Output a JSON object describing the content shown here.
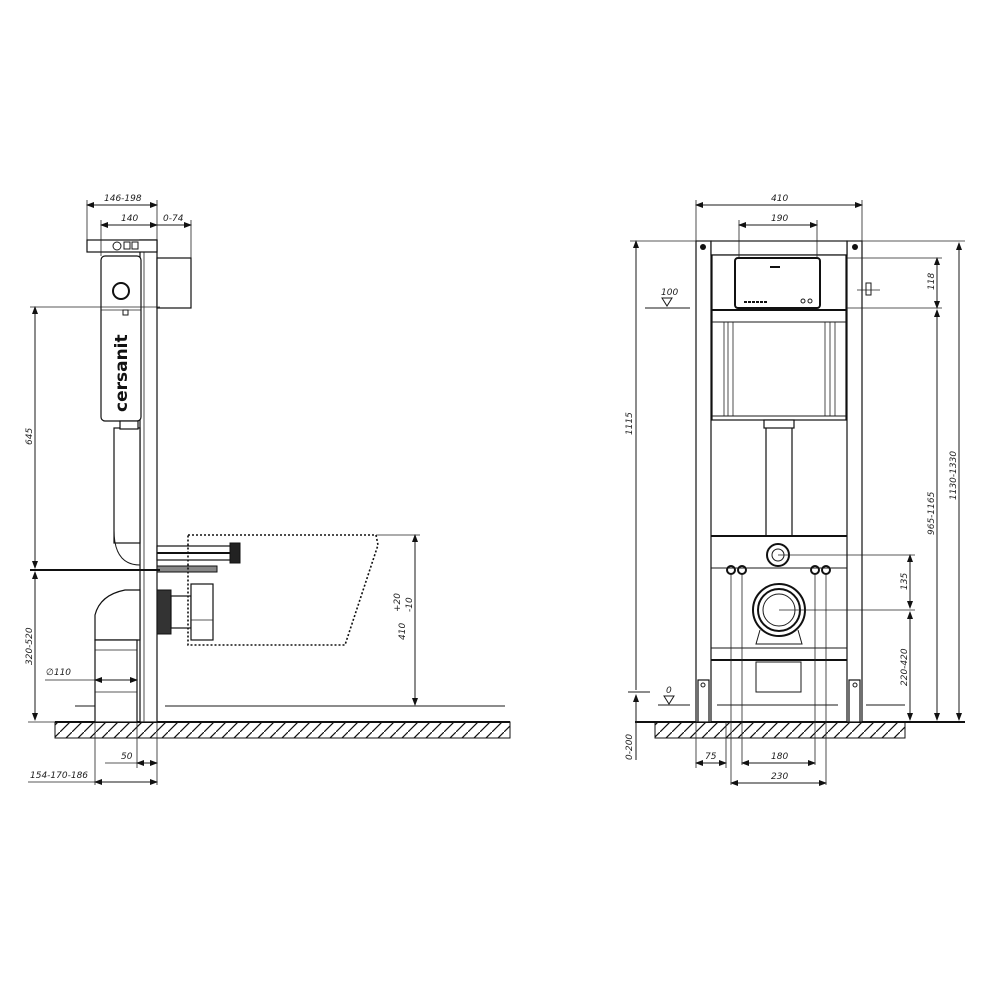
{
  "title": "Cersanit wall-hung WC installation frame — dimension drawing",
  "brand": "cersanit",
  "side_view": {
    "dimensions": {
      "top_overall": "146-198",
      "frame_depth": "140",
      "plate_offset": "0-74",
      "flush_height": "645",
      "outlet_height": "320-520",
      "pipe_diameter": "∅110",
      "bowl_height": "410",
      "bowl_tol_plus": "+20",
      "bowl_tol_minus": "-10",
      "foot_depth": "50",
      "outlet_depth": "154-170-186"
    }
  },
  "front_view": {
    "dimensions": {
      "frame_width": "410",
      "plate_width": "190",
      "level_top": "100",
      "level_floor": "0",
      "overall_height": "1115",
      "button_offset": "118",
      "adjust_range_1": "965-1165",
      "adjust_range_2": "1130-1330",
      "bolt_spacing": "135",
      "outlet_height": "220-420",
      "floor_adjust": "0-200",
      "foot_width": "75",
      "stud_spacing": "180",
      "stud_outer": "230"
    }
  }
}
